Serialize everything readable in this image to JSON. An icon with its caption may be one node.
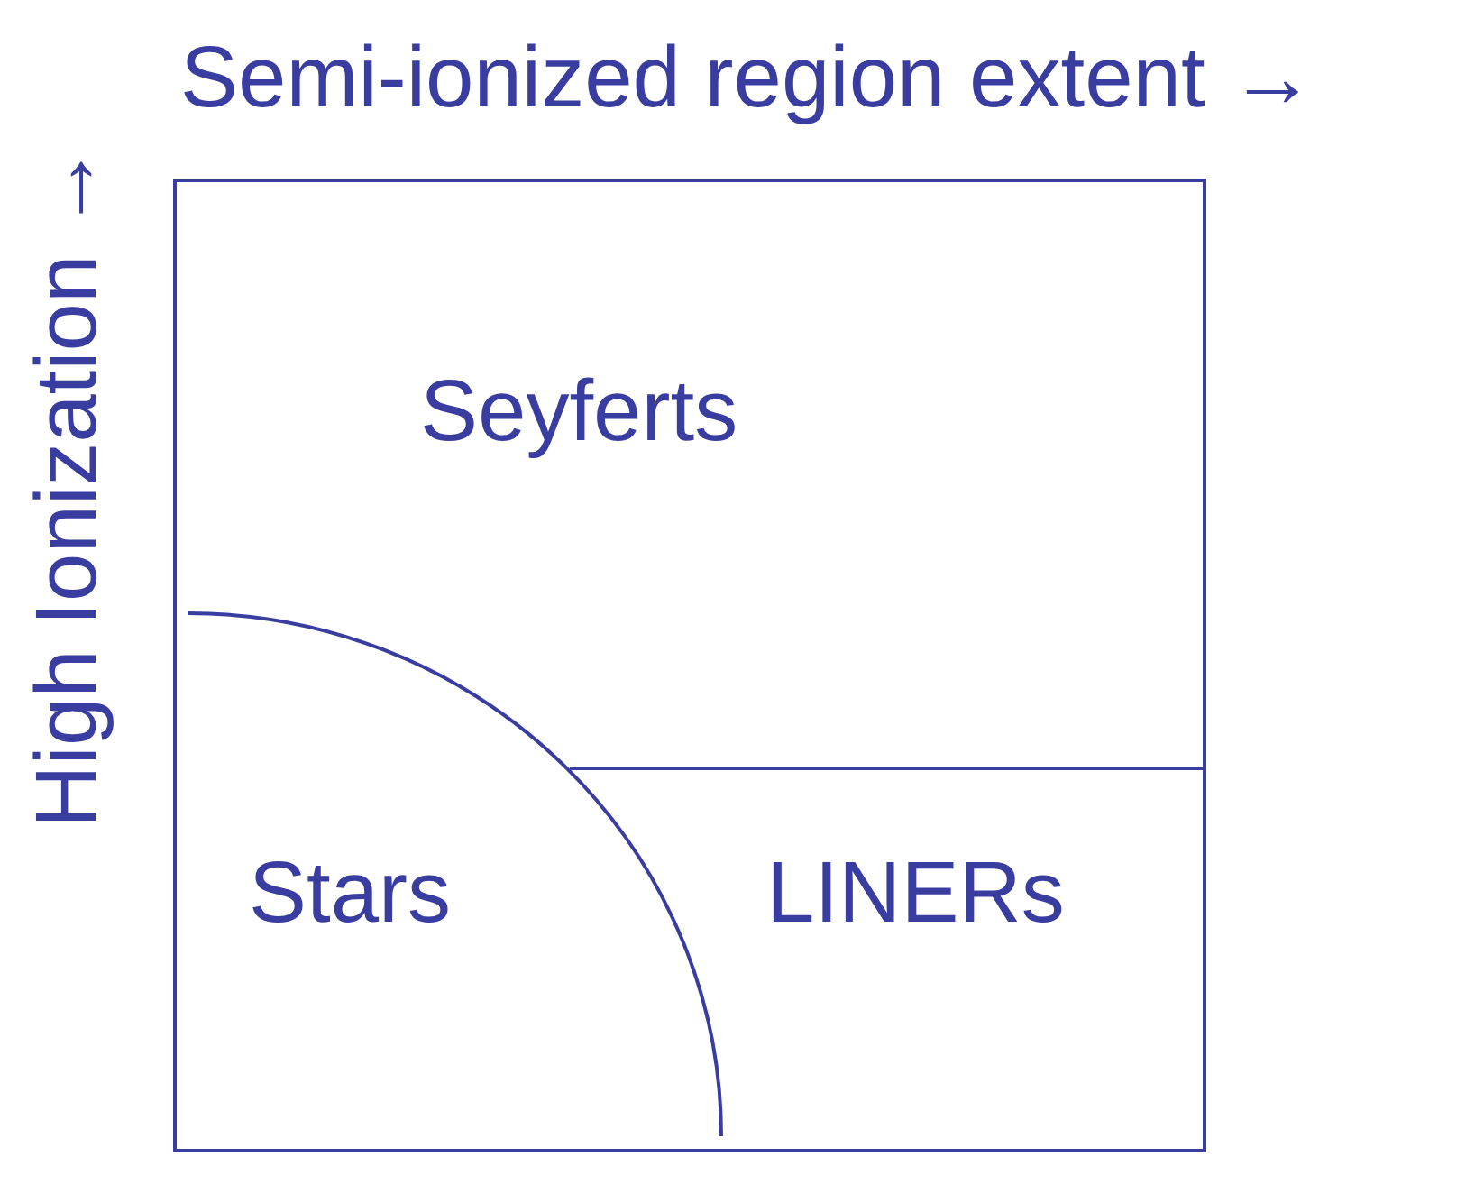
{
  "diagram": {
    "labels": [
      "Semi-ionized region extent →",
      "High Ionization →",
      "Seyferts",
      "Stars",
      "LINERs"
    ]
  }
}
